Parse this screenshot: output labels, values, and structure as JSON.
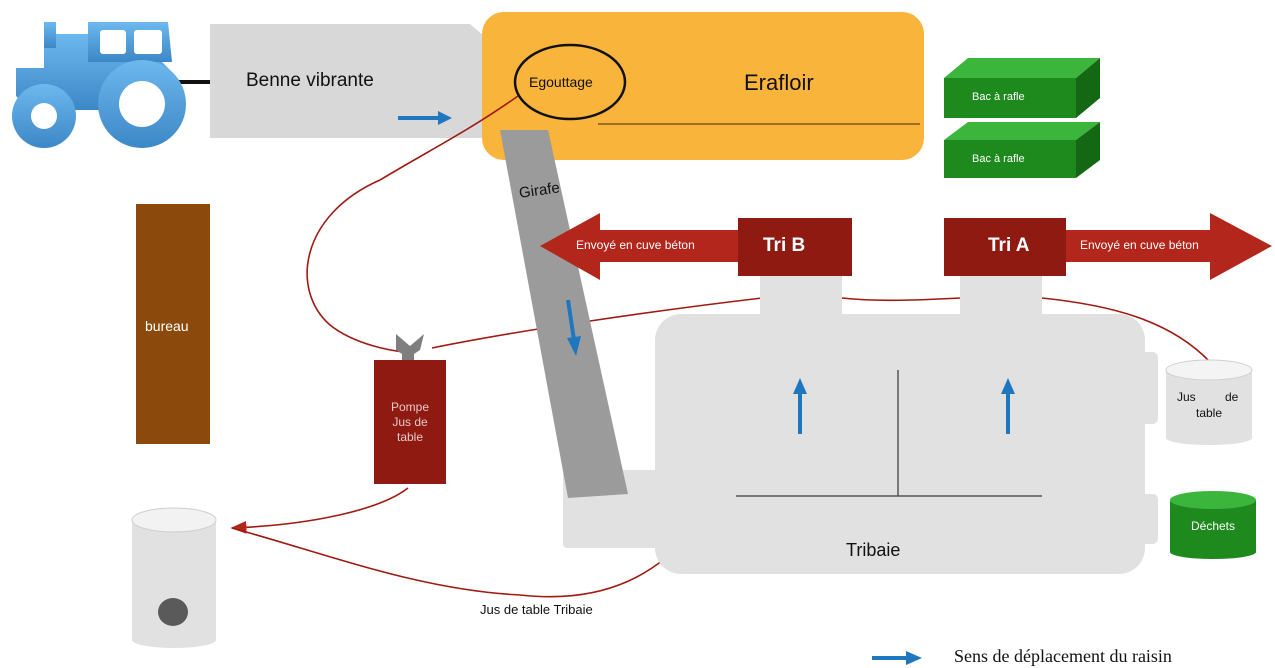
{
  "labels": {
    "benne": "Benne vibrante",
    "egouttage": "Egouttage",
    "erafloir": "Erafloir",
    "bac_1": "Bac à rafle",
    "bac_2": "Bac à rafle",
    "girafe": "Girafe",
    "bureau": "bureau",
    "tri_b": "Tri B",
    "tri_a": "Tri A",
    "envoi_left": "Envoyé en cuve béton",
    "envoi_right": "Envoyé en cuve béton",
    "pompe_line1": "Pompe",
    "pompe_line2": "Jus de",
    "pompe_line3": "table",
    "jus_table_1": "Jus",
    "jus_table_2": "de",
    "jus_table_3": "table",
    "dechets": "Déchets",
    "tribaie": "Tribaie",
    "jus_tribaie": "Jus de table Tribaie",
    "legend": "Sens de déplacement du raisin"
  },
  "icons": {
    "tractor": "tractor-icon",
    "flow_arrow": "blue-arrow-icon"
  },
  "colors": {
    "erafloir": "#F9B43C",
    "bac": "#1E8A1E",
    "bureau": "#8B4A0C",
    "red": "#A01A12",
    "arrow_red": "#B3261B",
    "tribaie": "#E1E1E1",
    "girafe": "#9B9B9B",
    "flow_blue": "#1F77C0",
    "tractor": "#5BA6DE"
  }
}
